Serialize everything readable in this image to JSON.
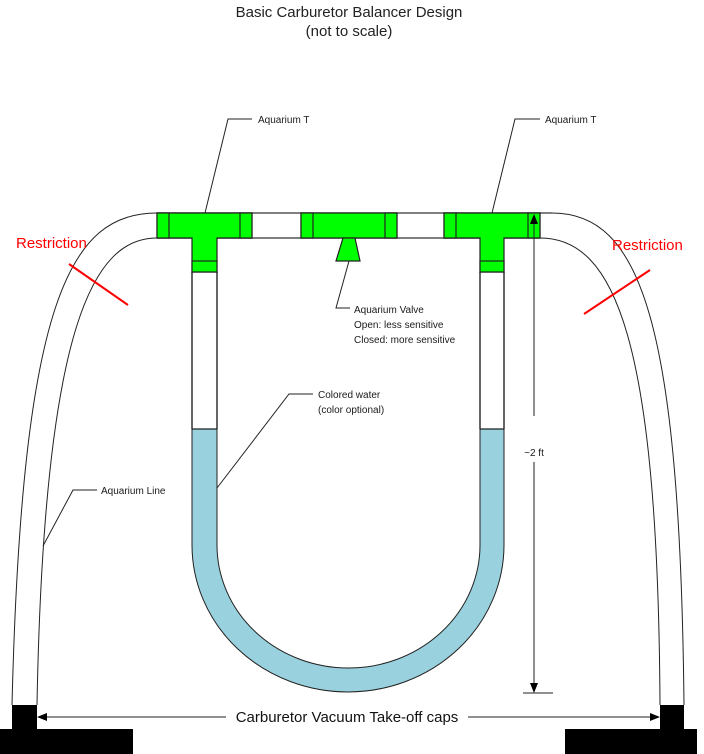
{
  "title": {
    "line1": "Basic Carburetor Balancer Design",
    "line2": "(not to scale)"
  },
  "labels": {
    "tee_left": "Aquarium T",
    "tee_right": "Aquarium T",
    "valve": [
      "Aquarium Valve",
      "Open: less sensitive",
      "Closed: more sensitive"
    ],
    "water": [
      "Colored water",
      "(color optional)"
    ],
    "line": "Aquarium Line",
    "restriction_left": "Restriction",
    "restriction_right": "Restriction",
    "height": "~2 ft",
    "caps": "Carburetor Vacuum Take-off caps"
  },
  "colors": {
    "fitting": "#00ff00",
    "water": "#99d1de",
    "restriction": "#ff0000",
    "cap": "#000000"
  }
}
